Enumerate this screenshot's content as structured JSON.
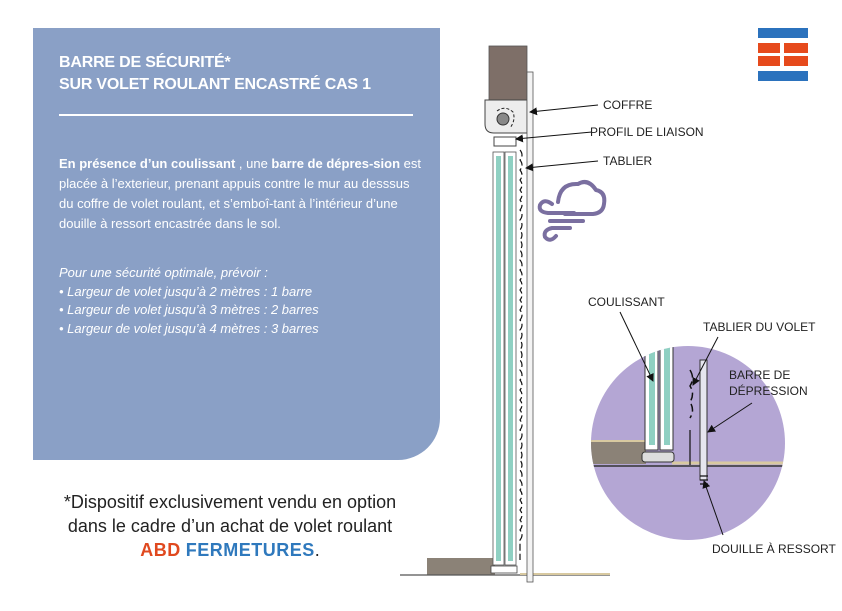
{
  "panel": {
    "title_line1": "BARRE DE SÉCURITÉ*",
    "title_line2": "SUR VOLET ROULANT ENCASTRÉ CAS 1",
    "description": {
      "bold1": "En présence d’un coulissant",
      "text1": " , une ",
      "bold2": "barre de dépres-sion",
      "text2": " est placée à l’exterieur, prenant appuis contre le mur au desssus du coffre de volet roulant, et s’emboî-tant à l’intérieur d’une douille à ressort encastrée dans le sol."
    },
    "recommendation": {
      "heading": "Pour une sécurité optimale, prévoir  :",
      "items": [
        "• Largeur de volet jusqu’à 2 mètres : 1 barre",
        "• Largeur de volet jusqu’à 3 mètres : 2 barres",
        "• Largeur de volet jusqu’à 4 mètres : 3 barres"
      ]
    }
  },
  "footnote": {
    "line1": "*Dispositif exclusivement vendu en option",
    "line2": "dans le cadre d’un achat de volet roulant",
    "brand_part1": "ABD",
    "brand_part2": "FERMETURES",
    "end": "."
  },
  "labels": {
    "coffre": "COFFRE",
    "profil": "PROFIL DE LIAISON",
    "tablier": "TABLIER",
    "coulissant": "COULISSANT",
    "tablier_volet": "TABLIER DU VOLET",
    "barre_line1": "BARRE DE",
    "barre_line2": "DÉPRESSION",
    "douille": "DOUILLE À RESSORT"
  },
  "icons": {
    "logo": "abd-logo-icon",
    "weather": "wind-cloud-icon"
  },
  "colors": {
    "panel": "#8aa0c6",
    "brand_red": "#e0491f",
    "brand_blue": "#2f79bd",
    "detail_circle": "#b4a6d4",
    "glass": "#8fd0c2",
    "wind_icon": "#7a6fa0"
  }
}
